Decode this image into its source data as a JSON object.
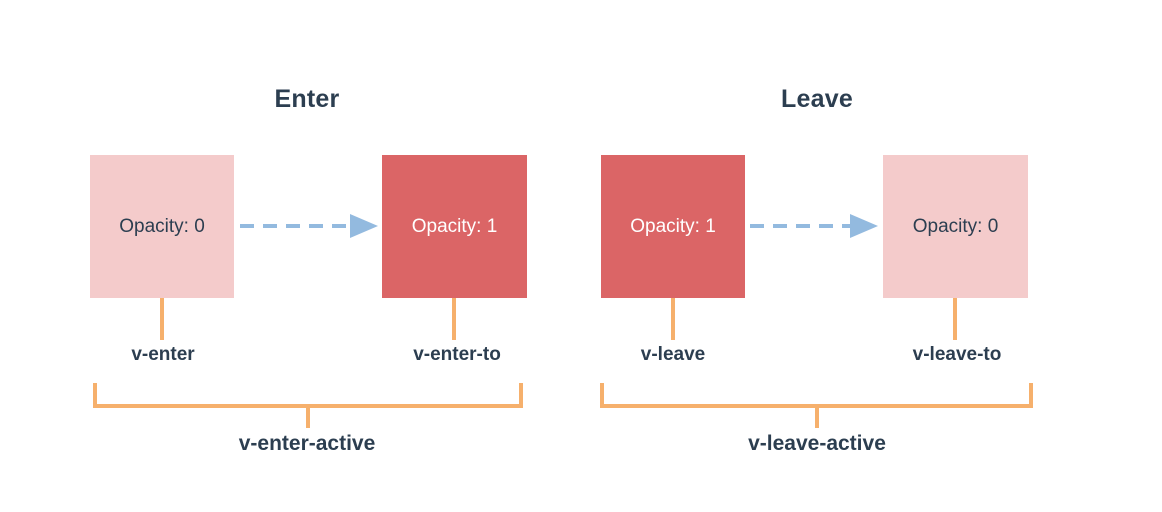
{
  "colors": {
    "background": "#FFFFFF",
    "box_pink": "#F4CBCB",
    "box_red": "#DB6566",
    "arrow_blue": "#93BADF",
    "bracket_orange": "#F6B06C",
    "text_navy": "#2C3E50",
    "text_white": "#FFFFFF"
  },
  "sections": [
    {
      "title": "Enter",
      "from_box_label": "Opacity: 0",
      "to_box_label": "Opacity: 1",
      "from_class_label": "v-enter",
      "to_class_label": "v-enter-to",
      "active_class_label": "v-enter-active"
    },
    {
      "title": "Leave",
      "from_box_label": "Opacity: 1",
      "to_box_label": "Opacity: 0",
      "from_class_label": "v-leave",
      "to_class_label": "v-leave-to",
      "active_class_label": "v-leave-active"
    }
  ]
}
